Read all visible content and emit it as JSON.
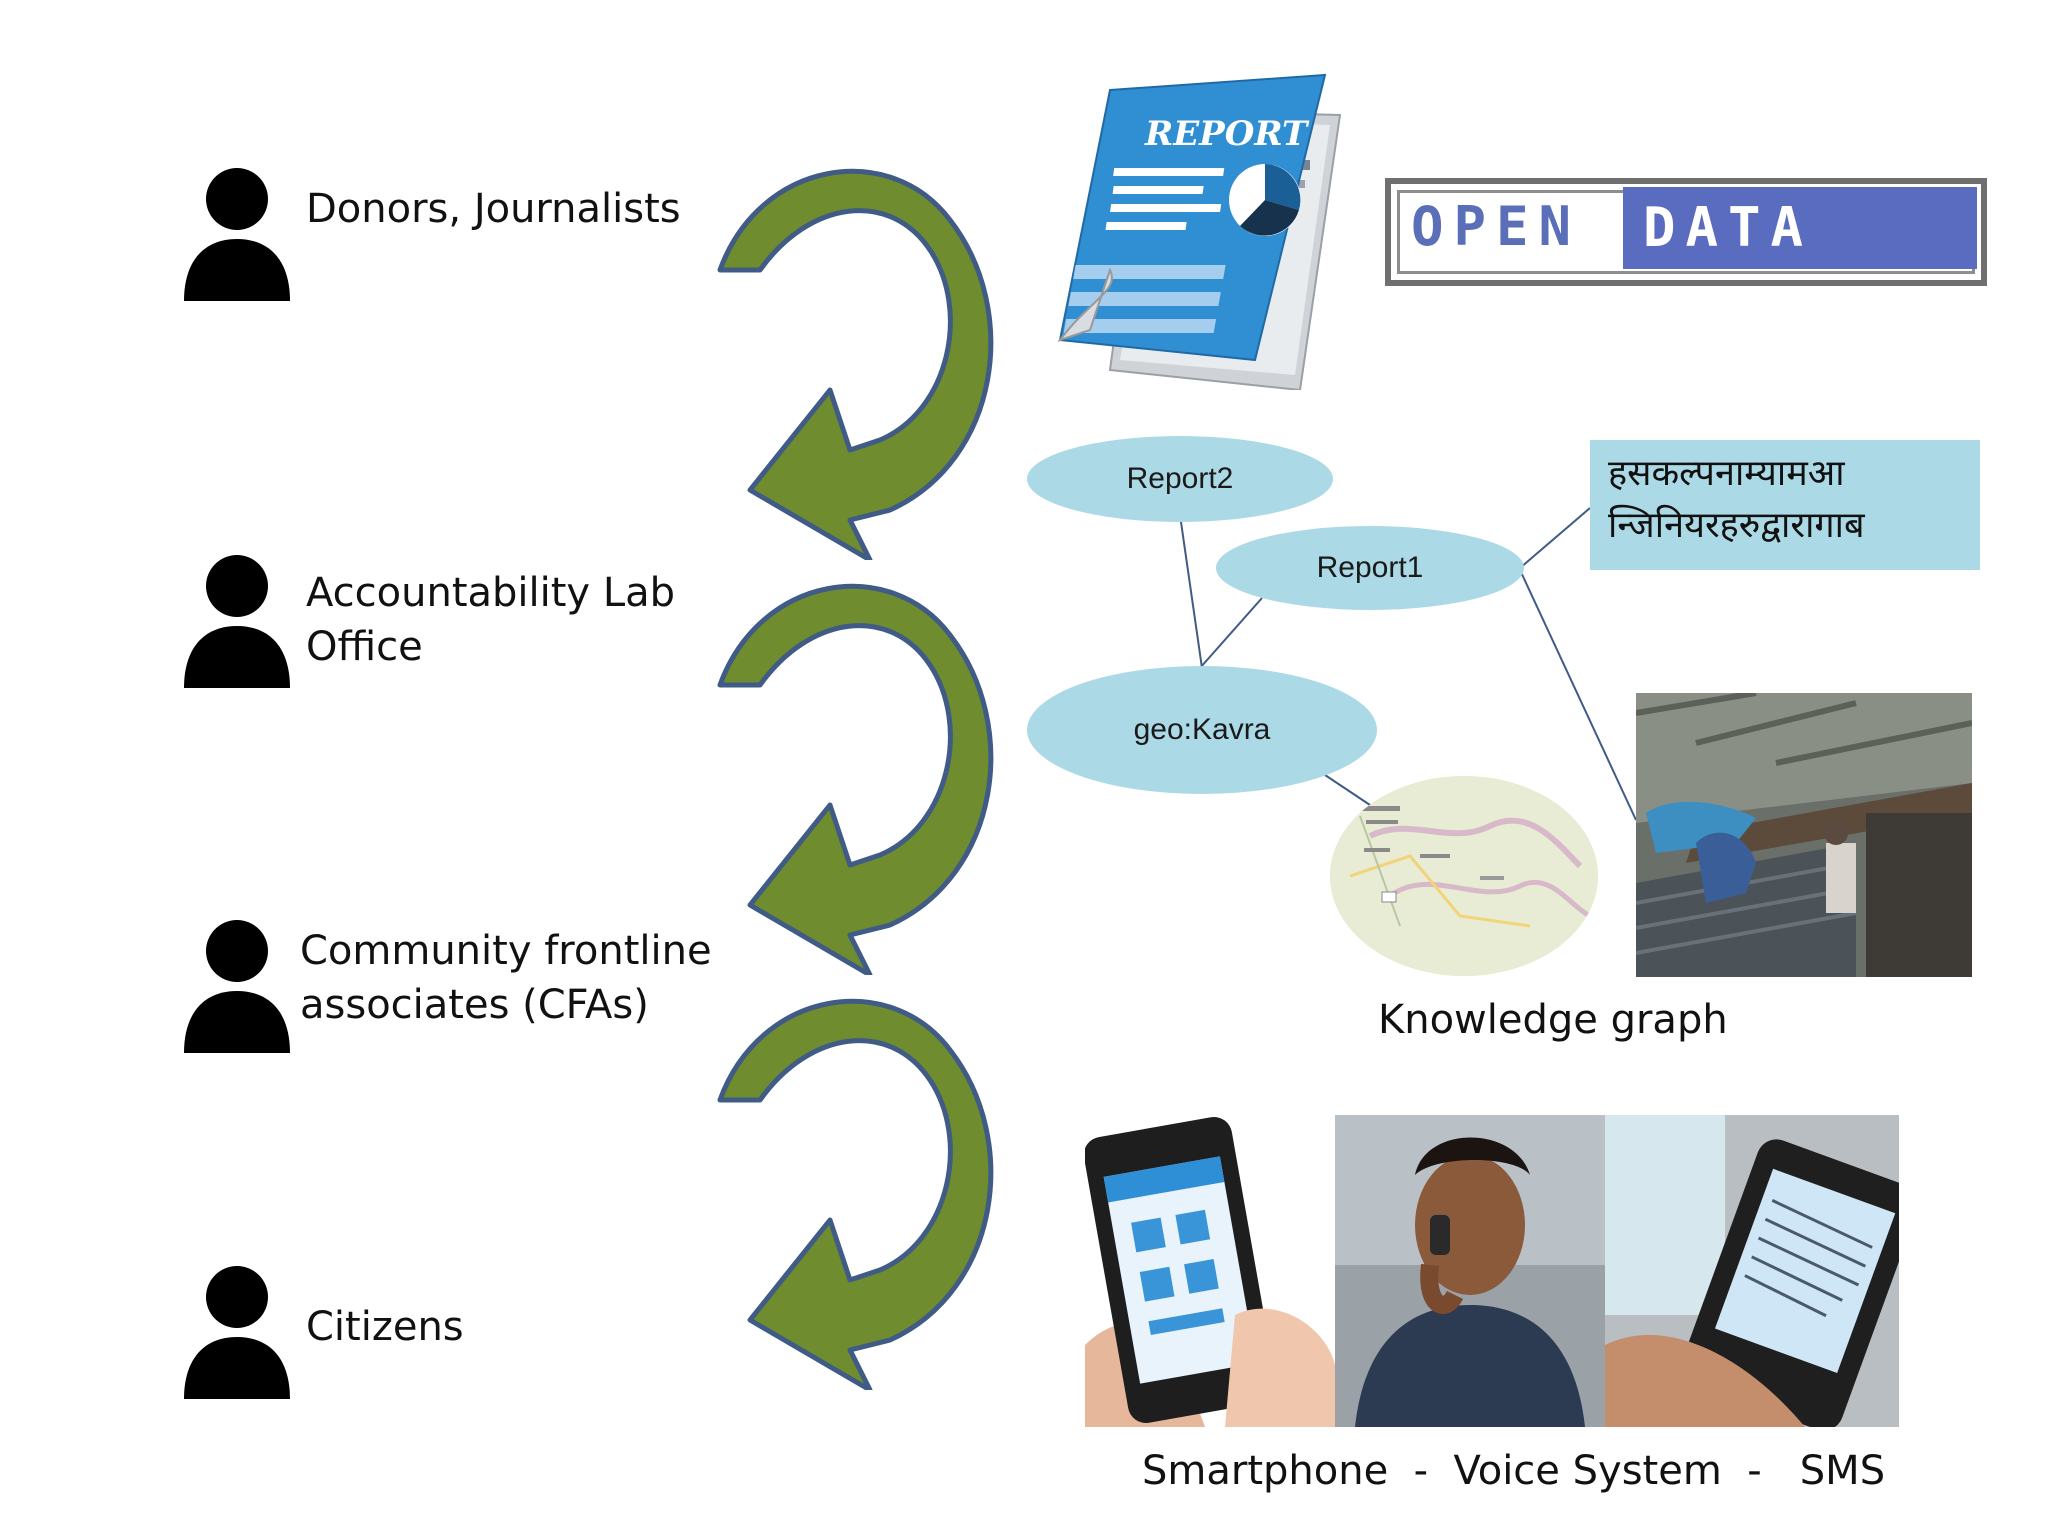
{
  "actors": [
    {
      "label_lines": [
        "Donors, Journalists"
      ]
    },
    {
      "label_lines": [
        "Accountability Lab",
        "Office"
      ]
    },
    {
      "label_lines": [
        "Community frontline",
        "associates (CFAs)"
      ]
    },
    {
      "label_lines": [
        "Citizens"
      ]
    }
  ],
  "report_doc": {
    "title": "REPORT"
  },
  "open_data": {
    "left": "OPEN",
    "right": "DATA"
  },
  "knowledge_graph": {
    "nodes": {
      "report2": "Report2",
      "report1": "Report1",
      "geo": "geo:Kavra"
    },
    "devanagari_lines": [
      "हसकल्पनाम्यामआ",
      "न्जिनियरहरुद्वारागाब"
    ],
    "caption": "Knowledge graph"
  },
  "channels": {
    "caption": "Smartphone  -  Voice System  -   SMS"
  },
  "colors": {
    "arrow_fill": "#6f8c2e",
    "arrow_stroke": "#3f5b86",
    "node_fill": "#acd9e6",
    "open_data_blue": "#5a6cc0",
    "report_blue": "#2f8fd2"
  }
}
